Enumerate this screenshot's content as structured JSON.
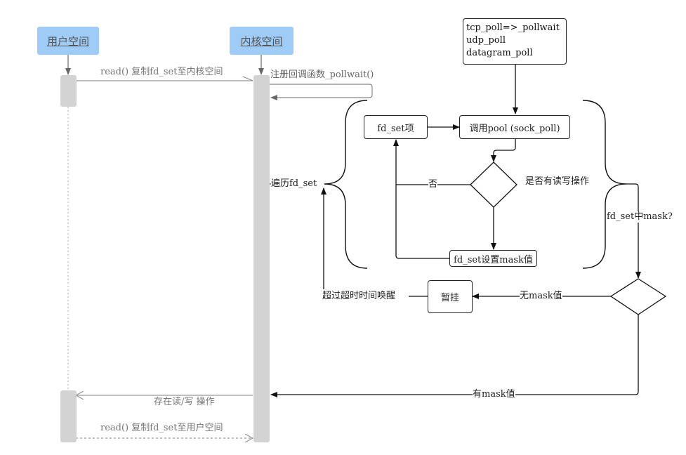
{
  "lanes": {
    "user_space": "用户空间",
    "kernel_space": "内核空间"
  },
  "messages": {
    "read_copy_to_kernel": "read() 复制fd_set至内核空间",
    "register_callback": "注册回调函数_pollwait()",
    "rw_exists": "存在读/写 操作",
    "read_copy_to_user": "read() 复制fd_set至用户空间"
  },
  "note": {
    "lines": [
      "tcp_poll=>_pollwait",
      "udp_poll",
      "datagram_poll"
    ]
  },
  "flow": {
    "traverse_fdset": "遍历fd_set",
    "fdset_item": "fd_set项",
    "call_poll": "调用pool (sock_poll)",
    "rw_question": "是否有读写操作",
    "no_label": "否",
    "set_mask": "fd_set设置mask值",
    "mask_question": "fd_set中mask?",
    "no_mask": "无mask值",
    "has_mask": "有mask值",
    "suspend": "暂挂",
    "timeout_wake": "超过超时时间唤醒"
  }
}
